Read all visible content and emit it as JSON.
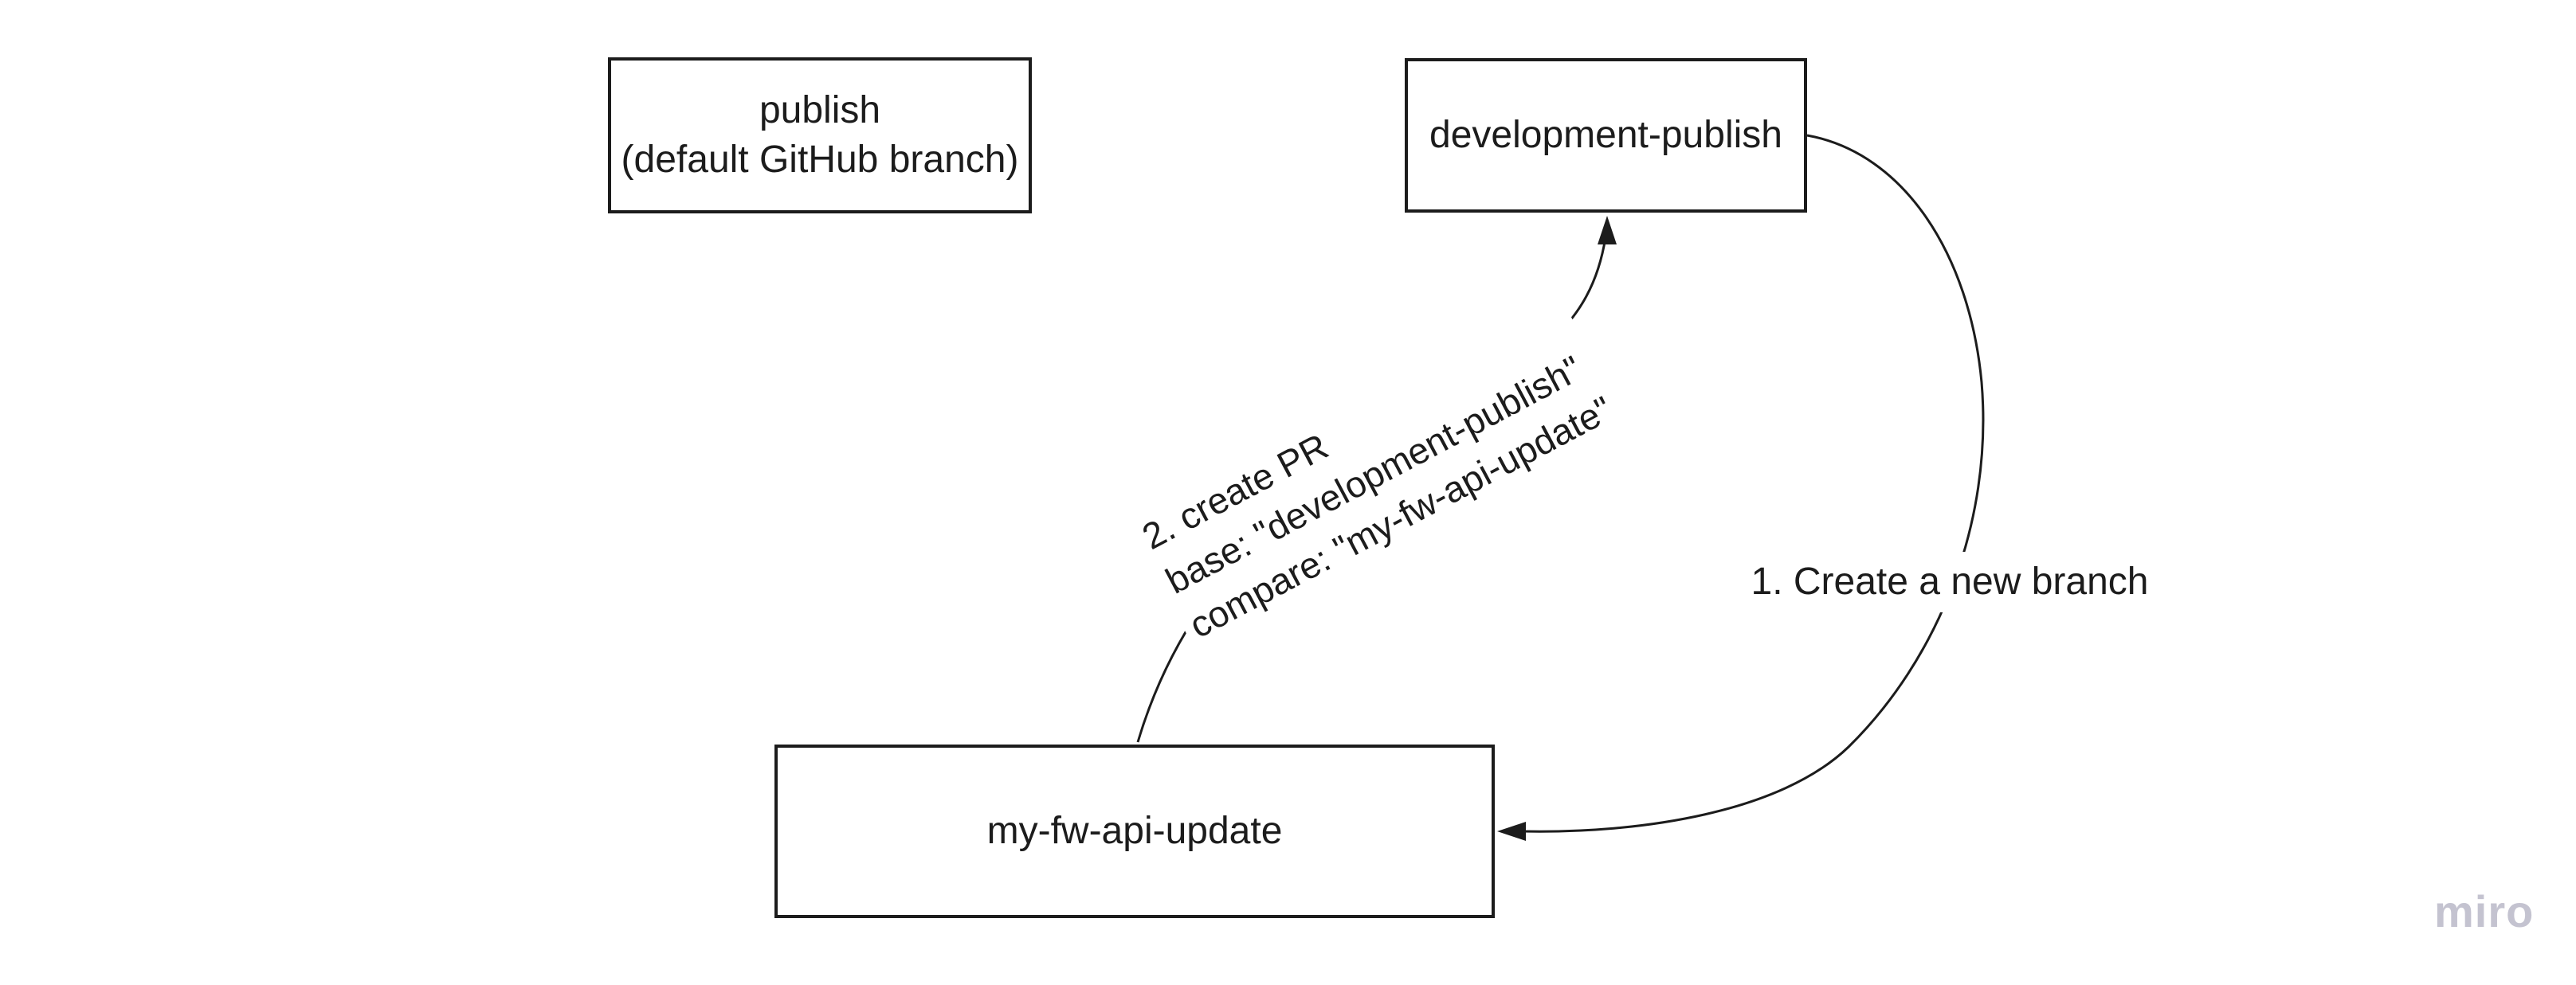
{
  "board": {
    "watermark": "miro"
  },
  "nodes": [
    {
      "id": "publish",
      "lines": [
        "publish",
        "(default GitHub branch)"
      ]
    },
    {
      "id": "development-publish",
      "lines": [
        "development-publish"
      ]
    },
    {
      "id": "my-fw-api-update",
      "lines": [
        "my-fw-api-update"
      ]
    }
  ],
  "edges": [
    {
      "id": "create-branch",
      "from": "development-publish",
      "to": "my-fw-api-update",
      "label": "1. Create a new branch",
      "style": "curved-arrow"
    },
    {
      "id": "create-pr",
      "from": "my-fw-api-update",
      "to": "development-publish",
      "label_lines": [
        "2. create PR",
        "base: \"development-publish\"",
        "compare: \"my-fw-api-update\""
      ],
      "style": "curved-arrow"
    }
  ],
  "colors": {
    "stroke": "#1c1c1c",
    "text": "#1c1c1c",
    "node_fill": "#ffffff",
    "node_border": "#1c1c1c",
    "watermark": "#c4c3d0",
    "background": "#ffffff"
  }
}
